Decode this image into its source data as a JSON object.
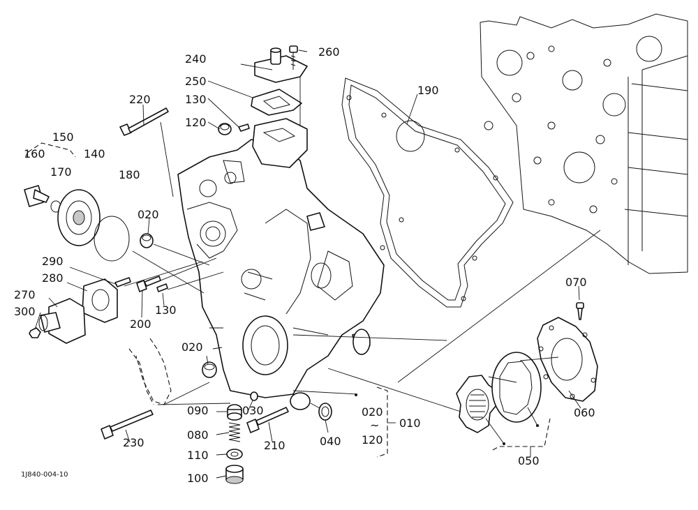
{
  "drawing_code": "1J840-004-10",
  "labels": {
    "p010": "010",
    "p020a": "020",
    "p020b": "020",
    "p020range": "020",
    "p030": "030",
    "p040": "040",
    "p050": "050",
    "p060": "060",
    "p070": "070",
    "p080": "080",
    "p090": "090",
    "p100": "100",
    "p110": "110",
    "p120a": "120",
    "p120range": "120",
    "p130a": "130",
    "p130b": "130",
    "p140": "140",
    "p150": "150",
    "p160": "160",
    "p170": "170",
    "p180": "180",
    "p190": "190",
    "p200": "200",
    "p210": "210",
    "p220": "220",
    "p230": "230",
    "p240": "240",
    "p250": "250",
    "p260": "260",
    "p270": "270",
    "p280": "280",
    "p290": "290",
    "p300": "300",
    "tilde": "~"
  }
}
